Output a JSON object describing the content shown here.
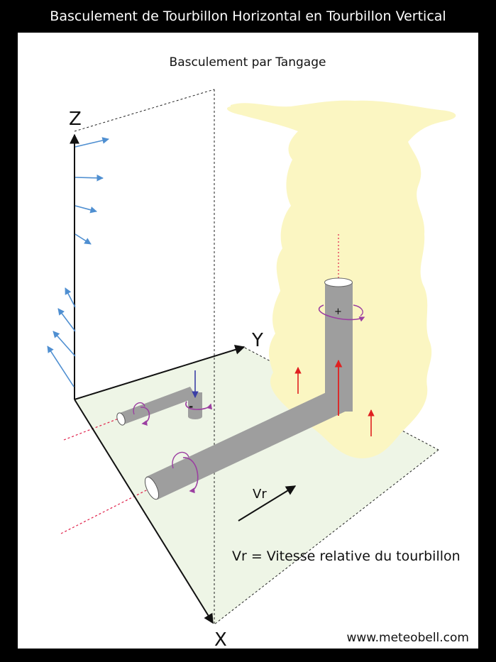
{
  "header": {
    "title": "Basculement de Tourbillon Horizontal en Tourbillon Vertical",
    "subtitle": "Basculement par Tangage"
  },
  "axes": {
    "z": "Z",
    "y": "Y",
    "x": "X"
  },
  "signs": {
    "positive": "+",
    "negative": "-"
  },
  "velocity": {
    "symbol": "Vr",
    "definition": "Vr = Vitesse relative du tourbillon"
  },
  "footer": {
    "website": "www.meteobell.com"
  },
  "colors": {
    "cloud": "#fbf6c2",
    "ground_plane": "#eef5e6",
    "vortex_tube": "#9e9e9e",
    "rotation_arrows": "#9b3fa1",
    "wind_shear_arrows": "#4f8fd1",
    "updraft_arrows": "#e02020",
    "downdraft_arrow": "#3b3fa6",
    "projection_lines": "#e0204a"
  }
}
